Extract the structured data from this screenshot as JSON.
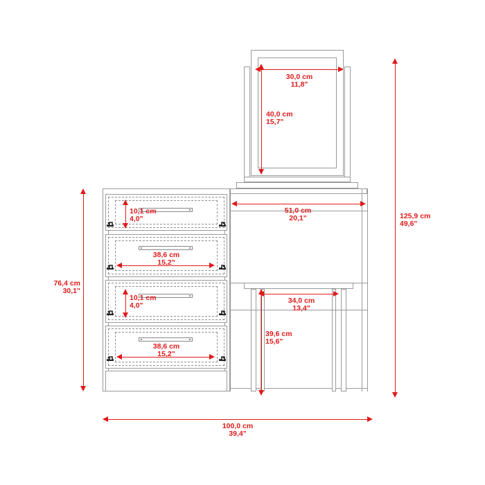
{
  "drawing": {
    "type": "furniture-dimension-drawing",
    "subject": "vanity dressing table with mirror, four drawers and stool",
    "units": [
      "cm",
      "inch"
    ],
    "accent_color": "#e01b1b",
    "line_color": "#9a9a9a",
    "background": "#ffffff"
  },
  "dimensions": {
    "mirror_width": {
      "cm": "30,0 cm",
      "in": "11,8\""
    },
    "mirror_height": {
      "cm": "40,0 cm",
      "in": "15,7\""
    },
    "desk_top_width": {
      "cm": "51,0 cm",
      "in": "20,1\""
    },
    "drawer_height_1": {
      "cm": "10,1 cm",
      "in": "4,0\""
    },
    "drawer_width_2": {
      "cm": "38,6 cm",
      "in": "15,2\""
    },
    "drawer_height_3": {
      "cm": "10,1 cm",
      "in": "4,0\""
    },
    "drawer_width_4": {
      "cm": "38,6 cm",
      "in": "15,2\""
    },
    "cabinet_height": {
      "cm": "76,4 cm",
      "in": "30,1\""
    },
    "stool_width": {
      "cm": "34,0 cm",
      "in": "13,4\""
    },
    "stool_height": {
      "cm": "39,6 cm",
      "in": "15,6\""
    },
    "total_height": {
      "cm": "125,9 cm",
      "in": "49,6\""
    },
    "total_width": {
      "cm": "100,0 cm",
      "in": "39,4\""
    }
  },
  "parts": {
    "mirror": "mirror-panel",
    "mirror_frame": "mirror-frame",
    "mirror_post_left": "mirror-support-post-left",
    "mirror_post_right": "mirror-support-post-right",
    "mirror_base": "mirror-base-plate",
    "desk_top": "desk-top-surface",
    "cabinet": "drawer-cabinet",
    "drawers": [
      "drawer-1",
      "drawer-2",
      "drawer-3",
      "drawer-4"
    ],
    "plinth": "cabinet-plinth",
    "stool": "stool",
    "stool_seat": "stool-seat",
    "stool_legs": [
      "stool-leg-front-left",
      "stool-leg-front-right",
      "stool-leg-back-left",
      "stool-leg-back-right"
    ]
  }
}
